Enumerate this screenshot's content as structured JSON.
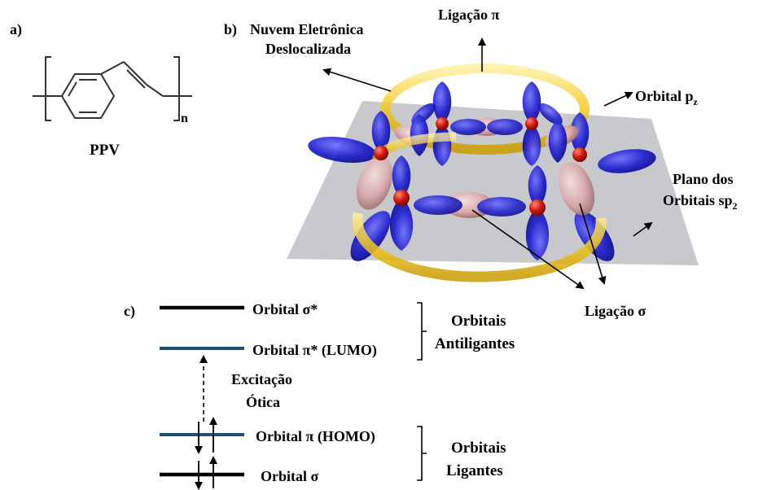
{
  "panel_a": {
    "label": "a)",
    "polymer_name": "PPV",
    "repeat_subscript": "n"
  },
  "panel_b": {
    "label": "b)",
    "cloud_label_line1": "Nuvem Eletrônica",
    "cloud_label_line2": "Deslocalizada",
    "pi_bond_label": "Ligação π",
    "pz_label_main": "Orbital p",
    "pz_label_sub": "z",
    "plane_label_line1": "Plano dos",
    "plane_label_line2_main": "Orbitais sp",
    "plane_label_line2_sub": "2",
    "sigma_bond_label": "Ligação σ"
  },
  "panel_c": {
    "label": "c)",
    "levels": [
      {
        "key": "sigma_star",
        "text": "Orbital σ*",
        "color": "#000000"
      },
      {
        "key": "pi_star",
        "text": "Orbital π* (LUMO)",
        "color": "#1f4e79"
      },
      {
        "key": "pi",
        "text": "Orbital π (HOMO)",
        "color": "#1f4e79"
      },
      {
        "key": "sigma",
        "text": "Orbital σ",
        "color": "#000000"
      }
    ],
    "antibonding_line1": "Orbitais",
    "antibonding_line2": "Antiligantes",
    "bonding_line1": "Orbitais",
    "bonding_line2": "Ligantes",
    "excitation_line1": "Excitação",
    "excitation_line2": "Ótica"
  },
  "colors": {
    "orbital_blue": "#1a1acc",
    "ring_yellow": "#f2c81d",
    "atom_red": "#d21a0e",
    "plane_gray": "#9a9ca3",
    "level_blue": "#1f4e79",
    "sigma_lobe_pink": "#d8a8a8"
  }
}
